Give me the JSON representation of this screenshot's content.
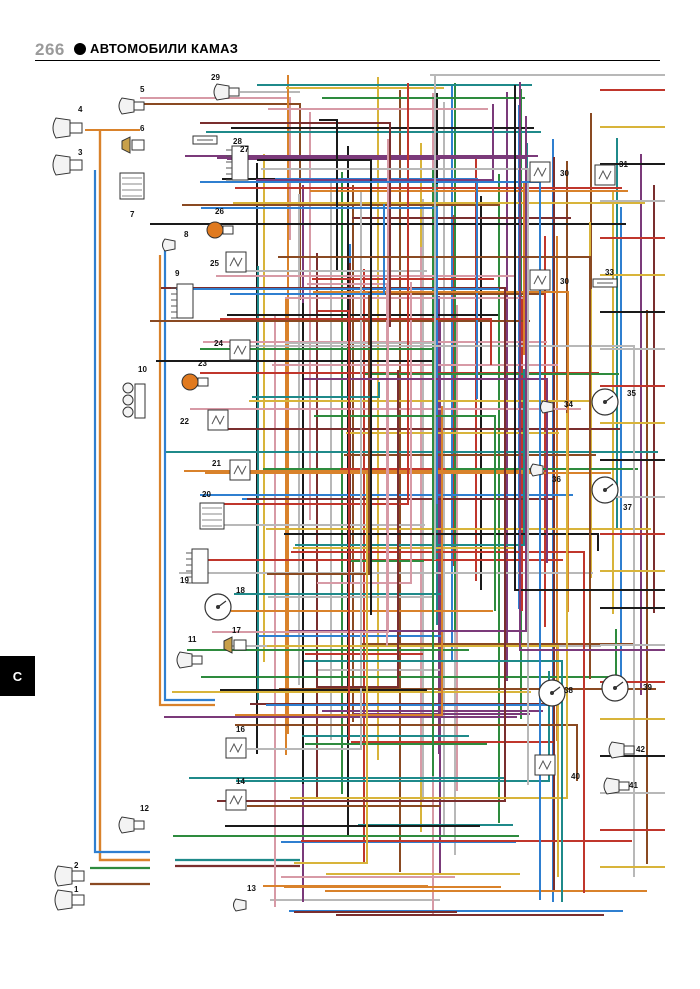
{
  "header": {
    "page_number": "266",
    "book_title": "АВТОМОБИЛИ КАМАЗ"
  },
  "side_tab": {
    "label": "С"
  },
  "components": [
    {
      "label": "1",
      "icon": "headlamp-icon"
    },
    {
      "label": "2",
      "icon": "headlamp-icon"
    },
    {
      "label": "3",
      "icon": "headlamp-icon"
    },
    {
      "label": "4",
      "icon": "headlamp-icon"
    },
    {
      "label": "5",
      "icon": "lamp-icon"
    },
    {
      "label": "6",
      "icon": "horn-icon"
    },
    {
      "label": "7",
      "icon": "connector-block-icon"
    },
    {
      "label": "8",
      "icon": "sensor-icon"
    },
    {
      "label": "9",
      "icon": "switch-block-icon"
    },
    {
      "label": "10",
      "icon": "lamp-cluster-icon"
    },
    {
      "label": "11",
      "icon": "lamp-icon"
    },
    {
      "label": "12",
      "icon": "lamp-icon"
    },
    {
      "label": "13",
      "icon": "sensor-icon"
    },
    {
      "label": "14",
      "icon": "relay-icon"
    },
    {
      "label": "16",
      "icon": "relay-icon"
    },
    {
      "label": "17",
      "icon": "horn-icon"
    },
    {
      "label": "18",
      "icon": "gauge-icon"
    },
    {
      "label": "19",
      "icon": "switch-block-icon"
    },
    {
      "label": "20",
      "icon": "connector-block-icon"
    },
    {
      "label": "21",
      "icon": "relay-icon"
    },
    {
      "label": "22",
      "icon": "relay-icon"
    },
    {
      "label": "23",
      "icon": "motor-icon"
    },
    {
      "label": "24",
      "icon": "relay-icon"
    },
    {
      "label": "25",
      "icon": "relay-icon"
    },
    {
      "label": "26",
      "icon": "motor-icon"
    },
    {
      "label": "27",
      "icon": "switch-icon"
    },
    {
      "label": "28",
      "icon": "fuse-icon"
    },
    {
      "label": "29",
      "icon": "lamp-icon"
    },
    {
      "label": "30",
      "icon": "relay-icon"
    },
    {
      "label": "30",
      "icon": "relay-icon"
    },
    {
      "label": "31",
      "icon": "relay-icon"
    },
    {
      "label": "33",
      "icon": "fuse-icon"
    },
    {
      "label": "34",
      "icon": "sensor-icon"
    },
    {
      "label": "35",
      "icon": "gauge-icon"
    },
    {
      "label": "36",
      "icon": "sensor-icon"
    },
    {
      "label": "37",
      "icon": "gauge-icon"
    },
    {
      "label": "38",
      "icon": "gauge-icon"
    },
    {
      "label": "39",
      "icon": "gauge-icon"
    },
    {
      "label": "40",
      "icon": "relay-icon"
    },
    {
      "label": "41",
      "icon": "lamp-icon"
    },
    {
      "label": "42",
      "icon": "lamp-icon"
    }
  ],
  "wire_colors": {
    "red": "#c0362c",
    "brown": "#8a4a22",
    "orange": "#d9822b",
    "yellow": "#d8b43a",
    "green": "#2e8b3e",
    "blue": "#2f7fd0",
    "black": "#1a1a1a",
    "pink": "#d79aa6",
    "purple": "#7b3a7a",
    "gray": "#b8b8b8",
    "teal": "#1f8a8a",
    "maroon": "#7a2e2e"
  }
}
